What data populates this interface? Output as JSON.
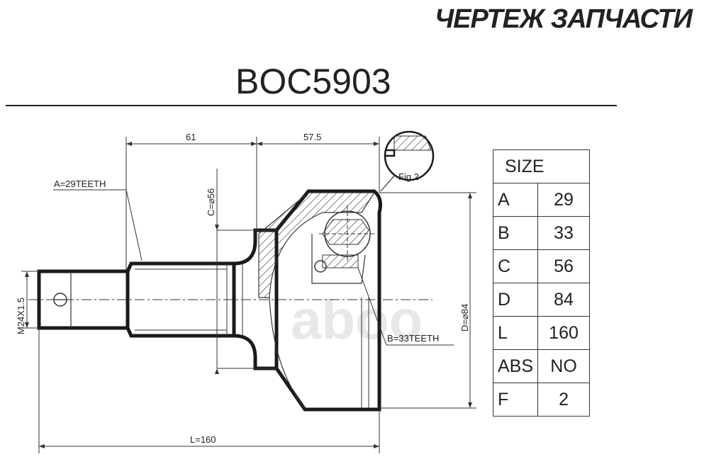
{
  "header": {
    "title": "ЧЕРТЕЖ ЗАПЧАСТИ"
  },
  "part_number": "BOC5903",
  "drawing": {
    "dim_61": "61",
    "dim_57_5": "57.5",
    "teeth_a": "A=29TEETH",
    "teeth_b": "B=33TEETH",
    "dim_c": "C=⌀56",
    "dim_d": "D=⌀84",
    "thread": "M24X1.5",
    "length": "L=160",
    "fig_label": "Fig 2",
    "watermark": "aboo"
  },
  "spec_table": {
    "header": "SIZE",
    "rows": [
      {
        "key": "A",
        "value": "29"
      },
      {
        "key": "B",
        "value": "33"
      },
      {
        "key": "C",
        "value": "56"
      },
      {
        "key": "D",
        "value": "84"
      },
      {
        "key": "L",
        "value": "160"
      },
      {
        "key": "ABS",
        "value": "NO"
      },
      {
        "key": "F",
        "value": "2"
      }
    ]
  },
  "colors": {
    "line": "#1a1a1a",
    "watermark": "#e8e8e8"
  }
}
